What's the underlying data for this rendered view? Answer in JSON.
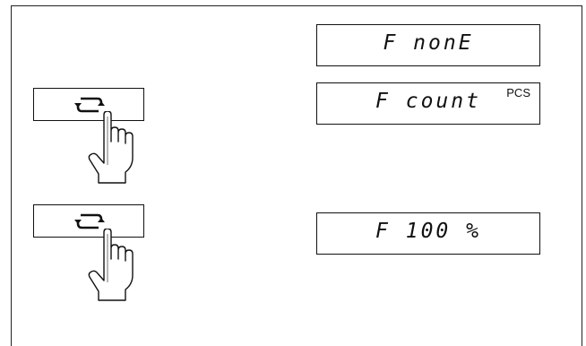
{
  "displays": {
    "none": "F nonE",
    "count": "F count",
    "count_unit": "PCS",
    "percent": "F 100 %"
  },
  "icons": {
    "key_symbol": "cycle-arrows-icon",
    "pointer": "pointing-hand-icon"
  }
}
